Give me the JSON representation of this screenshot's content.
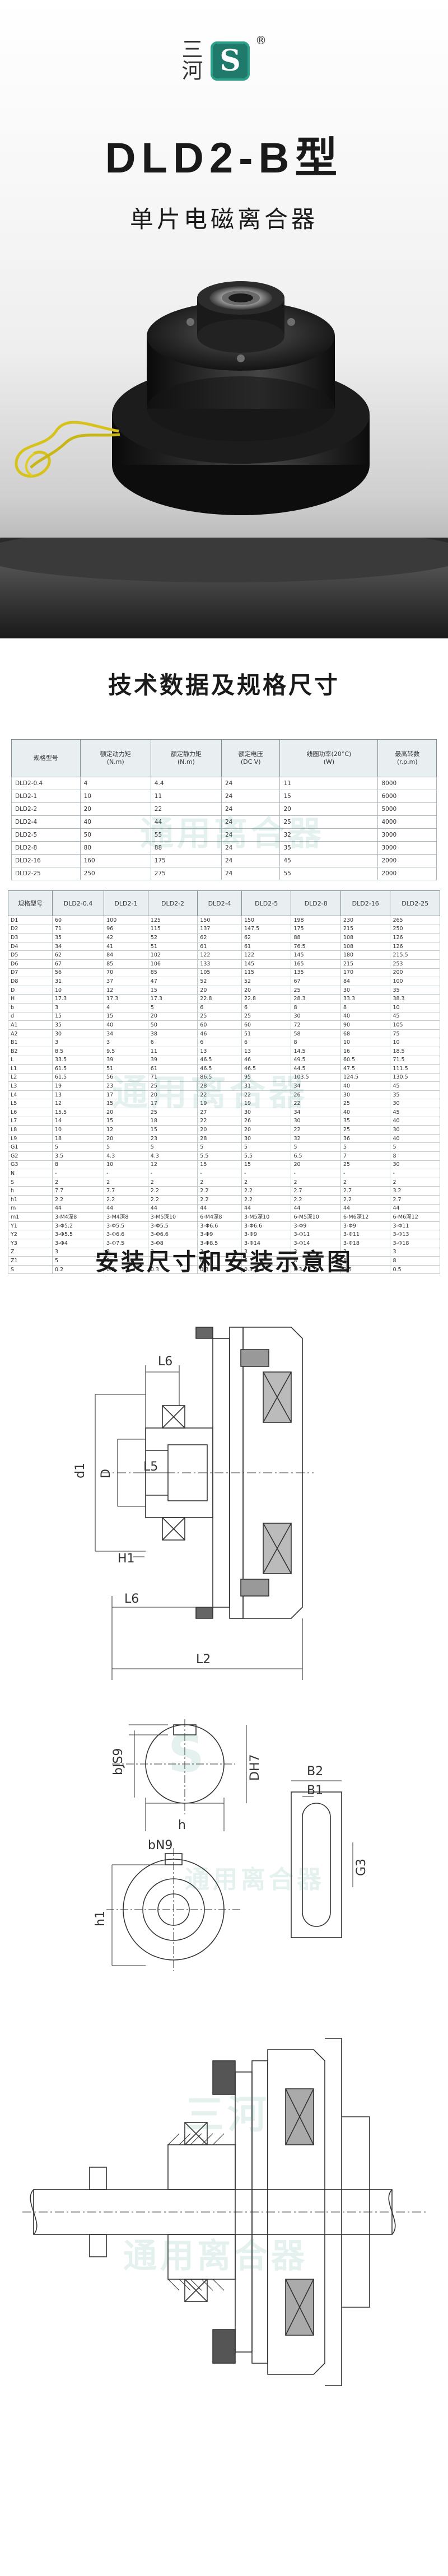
{
  "brand": {
    "logo_text": "三河",
    "logo_mark": "S",
    "registered": "®"
  },
  "hero": {
    "title": "DLD2-B型",
    "subtitle": "单片电磁离合器"
  },
  "spec_section": {
    "title": "技术数据及规格尺寸",
    "headers": [
      "规格型号",
      "额定动力矩\n(N.m)",
      "额定静力矩\n(N.m)",
      "额定电压\n(DC V)",
      "线圈功率(20°C)\n(W)",
      "最高转数\n(r.p.m)"
    ],
    "rows": [
      [
        "DLD2-0.4",
        "4",
        "4.4",
        "24",
        "11",
        "8000"
      ],
      [
        "DLD2-1",
        "10",
        "11",
        "24",
        "15",
        "6000"
      ],
      [
        "DLD2-2",
        "20",
        "22",
        "24",
        "20",
        "5000"
      ],
      [
        "DLD2-4",
        "40",
        "44",
        "24",
        "25",
        "4000"
      ],
      [
        "DLD2-5",
        "50",
        "55",
        "24",
        "32",
        "3000"
      ],
      [
        "DLD2-8",
        "80",
        "88",
        "24",
        "35",
        "3000"
      ],
      [
        "DLD2-16",
        "160",
        "175",
        "24",
        "45",
        "2000"
      ],
      [
        "DLD2-25",
        "250",
        "275",
        "24",
        "55",
        "2000"
      ]
    ]
  },
  "dimension_table": {
    "headers": [
      "规格型号",
      "DLD2-0.4",
      "DLD2-1",
      "DLD2-2",
      "DLD2-4",
      "DLD2-5",
      "DLD2-8",
      "DLD2-16",
      "DLD2-25"
    ],
    "rows": [
      [
        "D1",
        "60",
        "100",
        "125",
        "150",
        "150",
        "198",
        "230",
        "265"
      ],
      [
        "D2",
        "71",
        "96",
        "115",
        "137",
        "147.5",
        "175",
        "215",
        "250"
      ],
      [
        "D3",
        "35",
        "42",
        "52",
        "62",
        "62",
        "88",
        "108",
        "126"
      ],
      [
        "D4",
        "34",
        "41",
        "51",
        "61",
        "61",
        "76.5",
        "108",
        "126"
      ],
      [
        "D5",
        "62",
        "84",
        "102",
        "122",
        "122",
        "145",
        "180",
        "215.5"
      ],
      [
        "D6",
        "67",
        "85",
        "106",
        "133",
        "145",
        "165",
        "215",
        "253"
      ],
      [
        "D7",
        "56",
        "70",
        "85",
        "105",
        "115",
        "135",
        "170",
        "200"
      ],
      [
        "D8",
        "31",
        "37",
        "47",
        "52",
        "52",
        "67",
        "84",
        "100"
      ],
      [
        "D",
        "10",
        "12",
        "15",
        "20",
        "20",
        "25",
        "30",
        "35"
      ],
      [
        "H",
        "17.3",
        "17.3",
        "17.3",
        "22.8",
        "22.8",
        "28.3",
        "33.3",
        "38.3"
      ],
      [
        "b",
        "3",
        "4",
        "5",
        "6",
        "6",
        "8",
        "8",
        "10"
      ],
      [
        "d",
        "15",
        "15",
        "20",
        "25",
        "25",
        "30",
        "40",
        "45"
      ],
      [
        "A1",
        "35",
        "40",
        "50",
        "60",
        "60",
        "72",
        "90",
        "105"
      ],
      [
        "A2",
        "30",
        "34",
        "38",
        "46",
        "51",
        "58",
        "68",
        "75"
      ],
      [
        "B1",
        "3",
        "3",
        "6",
        "6",
        "6",
        "8",
        "10",
        "10"
      ],
      [
        "B2",
        "8.5",
        "9.5",
        "11",
        "13",
        "13",
        "14.5",
        "16",
        "18.5"
      ],
      [
        "L",
        "33.5",
        "39",
        "39",
        "46.5",
        "46",
        "49.5",
        "60.5",
        "71.5"
      ],
      [
        "L1",
        "61.5",
        "51",
        "61",
        "46.5",
        "46.5",
        "44.5",
        "47.5",
        "111.5"
      ],
      [
        "L2",
        "61.5",
        "56",
        "71",
        "86.5",
        "95",
        "103.5",
        "124.5",
        "130.5"
      ],
      [
        "L3",
        "19",
        "23",
        "25",
        "28",
        "31",
        "34",
        "40",
        "45"
      ],
      [
        "L4",
        "13",
        "17",
        "20",
        "22",
        "22",
        "26",
        "30",
        "35"
      ],
      [
        "L5",
        "12",
        "15",
        "17",
        "19",
        "19",
        "22",
        "25",
        "30"
      ],
      [
        "L6",
        "15.5",
        "20",
        "25",
        "27",
        "30",
        "34",
        "40",
        "45"
      ],
      [
        "L7",
        "14",
        "15",
        "18",
        "22",
        "26",
        "30",
        "35",
        "40"
      ],
      [
        "L8",
        "10",
        "12",
        "15",
        "20",
        "20",
        "22",
        "25",
        "30"
      ],
      [
        "L9",
        "18",
        "20",
        "23",
        "28",
        "30",
        "32",
        "36",
        "40"
      ],
      [
        "G1",
        "5",
        "5",
        "5",
        "5",
        "5",
        "5",
        "5",
        "5"
      ],
      [
        "G2",
        "3.5",
        "4.3",
        "4.3",
        "5.5",
        "5.5",
        "6.5",
        "7",
        "8"
      ],
      [
        "G3",
        "8",
        "10",
        "12",
        "15",
        "15",
        "20",
        "25",
        "30"
      ],
      [
        "N",
        "-",
        "-",
        "-",
        "-",
        "-",
        "-",
        "-",
        "-"
      ],
      [
        "S",
        "2",
        "2",
        "2",
        "2",
        "2",
        "2",
        "2",
        "2"
      ],
      [
        "h",
        "7.7",
        "7.7",
        "2.2",
        "2.2",
        "2.2",
        "2.7",
        "2.7",
        "3.2"
      ],
      [
        "h1",
        "2.2",
        "2.2",
        "2.2",
        "2.2",
        "2.2",
        "2.2",
        "2.2",
        "2.7"
      ],
      [
        "m",
        "44",
        "44",
        "44",
        "44",
        "44",
        "44",
        "44",
        "44"
      ],
      [
        "m1",
        "3-M4深8",
        "3-M4深8",
        "3-M5深10",
        "6-M4深8",
        "3-M5深10",
        "6-M5深10",
        "6-M6深12",
        "6-M6深12"
      ],
      [
        "Y1",
        "3-Φ5.2",
        "3-Φ5.5",
        "3-Φ5.5",
        "3-Φ6.6",
        "3-Φ6.6",
        "3-Φ9",
        "3-Φ9",
        "3-Φ11"
      ],
      [
        "Y2",
        "3-Φ5.5",
        "3-Φ6.6",
        "3-Φ6.6",
        "3-Φ9",
        "3-Φ9",
        "3-Φ11",
        "3-Φ11",
        "3-Φ13"
      ],
      [
        "Y3",
        "3-Φ4",
        "3-Φ7.5",
        "3-Φ8",
        "3-Φ8.5",
        "3-Φ14",
        "3-Φ14",
        "3-Φ18",
        "3-Φ18"
      ],
      [
        "Z",
        "3",
        "3",
        "3",
        "3",
        "3",
        "3",
        "3",
        "3"
      ],
      [
        "Z1",
        "5",
        "5",
        "6",
        "6",
        "6",
        "8",
        "8",
        "8"
      ],
      [
        "S",
        "0.2",
        "0.2",
        "0.3",
        "0.3",
        "0.3",
        "0.3",
        "0.5",
        "0.5"
      ]
    ]
  },
  "install_section": {
    "title": "安装尺寸和安装示意图"
  },
  "drawing_labels": {
    "L6_top": "L6",
    "d1": "d1",
    "D": "D",
    "L5": "L5",
    "H1": "H1",
    "L6_bottom": "L6",
    "L2": "L2",
    "bJS9": "bJS9",
    "DH7": "DH7",
    "h": "h",
    "B2": "B2",
    "B1": "B1",
    "G3": "G3",
    "bN9": "bN9",
    "h1": "h1"
  },
  "watermarks": [
    "三河",
    "通用离合器"
  ],
  "colors": {
    "brand_green": "#1f7a6c",
    "drawing_line": "#333333",
    "table_header_bg": "#e9eef0"
  }
}
